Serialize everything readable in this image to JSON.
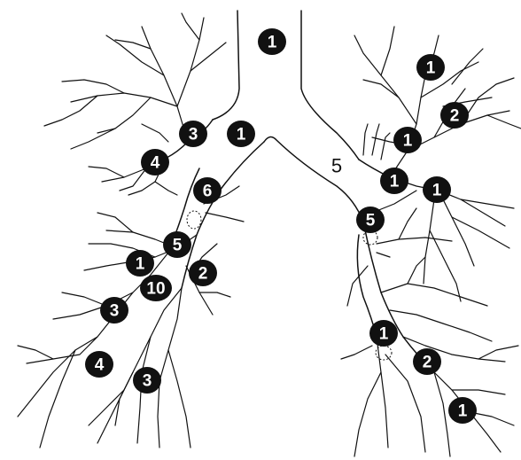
{
  "labels": [
    {
      "id": "trachea",
      "text": "1",
      "style": "filled"
    },
    {
      "id": "left-upper-a",
      "text": "1",
      "style": "filled"
    },
    {
      "id": "left-upper-b",
      "text": "3",
      "style": "filled"
    },
    {
      "id": "left-upper-c",
      "text": "4",
      "style": "filled"
    },
    {
      "id": "left-main-a",
      "text": "6",
      "style": "filled"
    },
    {
      "id": "left-main-b",
      "text": "5",
      "style": "filled"
    },
    {
      "id": "left-lower-a",
      "text": "1",
      "style": "filled"
    },
    {
      "id": "left-lower-b",
      "text": "2",
      "style": "filled"
    },
    {
      "id": "left-lower-c",
      "text": "10",
      "style": "filled"
    },
    {
      "id": "left-lower-d",
      "text": "3",
      "style": "filled"
    },
    {
      "id": "left-lower-e",
      "text": "4",
      "style": "filled"
    },
    {
      "id": "left-lower-f",
      "text": "3",
      "style": "filled"
    },
    {
      "id": "right-upper-a",
      "text": "1",
      "style": "filled"
    },
    {
      "id": "right-upper-b",
      "text": "2",
      "style": "filled"
    },
    {
      "id": "right-upper-c",
      "text": "1",
      "style": "filled"
    },
    {
      "id": "right-main-plain",
      "text": "5",
      "style": "plain"
    },
    {
      "id": "right-main-a",
      "text": "1",
      "style": "filled"
    },
    {
      "id": "right-main-b",
      "text": "1",
      "style": "filled"
    },
    {
      "id": "right-main-c",
      "text": "5",
      "style": "filled"
    },
    {
      "id": "right-lower-a",
      "text": "1",
      "style": "filled"
    },
    {
      "id": "right-lower-b",
      "text": "2",
      "style": "filled"
    },
    {
      "id": "right-lower-c",
      "text": "1",
      "style": "filled"
    }
  ],
  "colors": {
    "ink": "#111111",
    "background": "#ffffff",
    "marker_text": "#ffffff"
  }
}
